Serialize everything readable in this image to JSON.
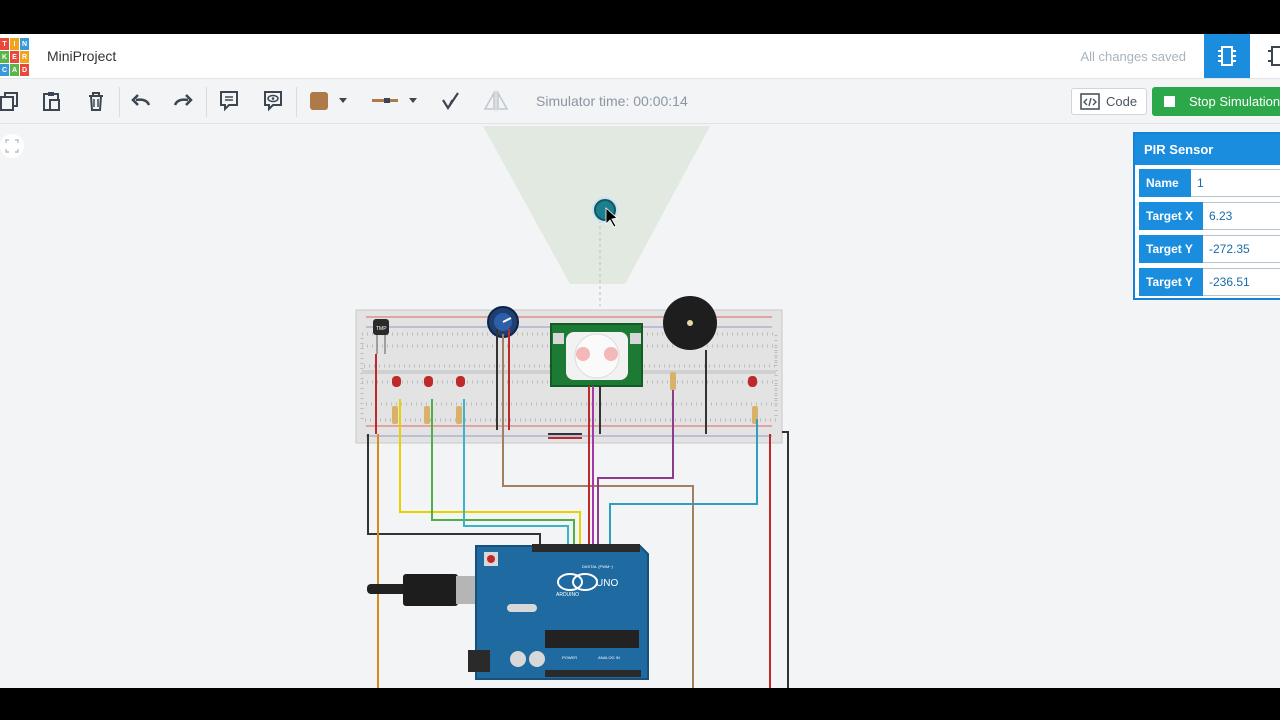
{
  "header": {
    "project_name": "MiniProject",
    "save_status": "All changes saved",
    "logo_letters": [
      "T",
      "I",
      "N",
      "K",
      "E",
      "R",
      "C",
      "A",
      "D"
    ]
  },
  "toolbar": {
    "simulator_time": "Simulator time: 00:00:14",
    "code_label": "Code",
    "stop_label": "Stop Simulation",
    "wire_color": "#b07a48"
  },
  "inspector": {
    "title": "PIR Sensor",
    "fields": [
      {
        "label": "Name",
        "value": "1"
      },
      {
        "label": "Target X",
        "value": "6.23"
      },
      {
        "label": "Target Y",
        "value": "-272.35"
      },
      {
        "label": "Target Y",
        "value": "-236.51"
      }
    ]
  },
  "circuit": {
    "board_label": "UNO",
    "board_brand": "ARDUINO",
    "digital_label": "DIGITAL (PWM~)",
    "power_label": "POWER",
    "analog_label": "ANALOG IN",
    "tmp_label": "TMP"
  },
  "colors": {
    "accent": "#1a8dde",
    "stop_green": "#2ca84b",
    "arduino_blue": "#1f6aa1"
  }
}
